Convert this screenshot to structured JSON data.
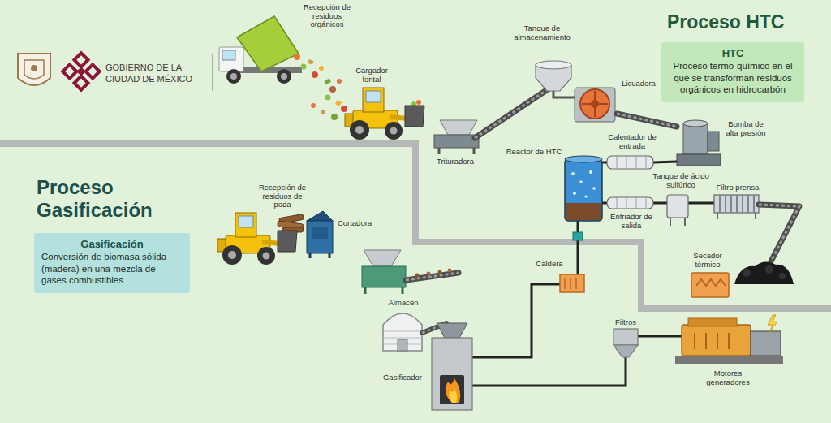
{
  "diagram": {
    "nodes": [
      {
        "text": [
          "Proceso HTC"
        ]
      },
      {
        "text": [
          "HTC",
          "Proceso termo-químico en el que se transforman residuos orgánicos en hidrocarbón"
        ],
        "in": 0
      },
      {
        "text": [
          "Proceso Gasificación"
        ]
      },
      {
        "text": [
          "Gasificación",
          "Conversión de biomasa sólida (madera) en una mezcla de gases combustibles"
        ],
        "in": 2
      }
    ],
    "labels": [
      "GOBIERNO DE LA CIUDAD DE MÉXICO",
      "Recepción de residuos orgánicos",
      "Cargador fontal",
      "Trituradora",
      "Tanque de almacenamiento",
      "Licuadora",
      "Bomba de alta presión",
      "Calentador de entrada",
      "Reactor de HTC",
      "Tanque de ácido sulfúrico",
      "Filtro prensa",
      "Enfriador de salida",
      "Secador térmico",
      "Recepción de residuos de poda",
      "Cortadora",
      "Almacén",
      "Caldera",
      "Filtros",
      "Gasificador",
      "Motores generadores"
    ]
  }
}
